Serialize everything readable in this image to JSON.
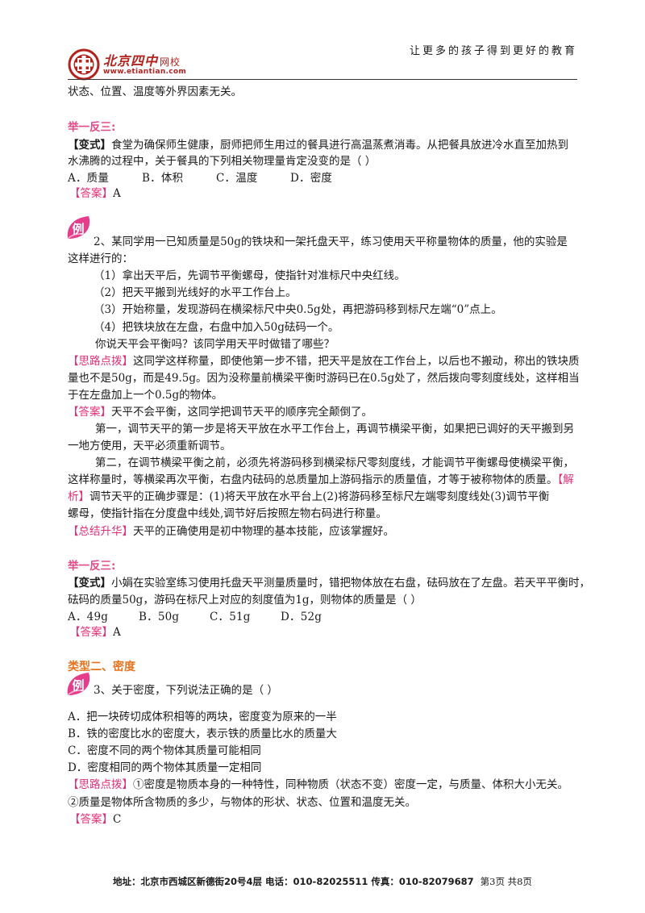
{
  "header": {
    "brand_name": "北京四中",
    "brand_sub": "网校",
    "brand_url": "www.etiantian.com",
    "slogan": "让更多的孩子得到更好的教育"
  },
  "lines": {
    "l_intro": "状态、位置、温度等外界因素无关。",
    "s1": "举一反三:",
    "v1_tag": "【变式】",
    "v1_a": "食堂为确保师生健康，厨师把师生用过的餐具进行高温蒸煮消毒。从把餐具放进冷水直至加热到",
    "v1_b": "水沸腾的过程中，关于餐具的下列相关物理量肯定没变的是（       ）",
    "v1_opts": [
      "A．质量",
      "B．体积",
      "C．温度",
      "D．密度"
    ],
    "a1_tag": "【答案】",
    "a1": "A",
    "badge_char": "例",
    "e2_a": "2、某同学用一已知质量是50g的铁块和一架托盘天平，练习使用天平称量物体的质量，他的实验是",
    "e2_b": "这样进行的：",
    "e2_1": "（1）拿出天平后，先调节平衡螺母，使指针对准标尺中央红线。",
    "e2_2": "（2）把天平搬到光线好的水平工作台上。",
    "e2_3": "（3）开始称量，发现游码在横梁标尺中央0.5g处，再把游码移到标尺左端“0”点上。",
    "e2_4": "（4）把铁块放在左盘，右盘中加入50g砝码一个。",
    "e2_q": "你说天平会平衡吗？该同学用天平时做错了哪些？",
    "h2_tag": "【思路点拨】",
    "h2_a": "这同学这样称量，即使他第一步不错，把天平是放在工作台上，以后也不搬动，称出的铁块质",
    "h2_b": "量也不是50g，而是49.5g。因为没称量前横梁平衡时游码已在0.5g处了，然后拨向零刻度线处，这样相当",
    "h2_c": "于在左盘加上一个0.5g的物体。",
    "a2_tag": "【答案】",
    "a2": "天平不会平衡，这同学把调节天平的顺序完全颠倒了。",
    "p1_a": "第一，调节天平的第一步是将天平放在水平工作台上，再调节横梁平衡，如果把已调好的天平搬到另",
    "p1_b": "一地方使用，天平必须重新调节。",
    "p2_a": "第二，在调节横梁平衡之前，必须先将游码移到横梁标尺零刻度线，才能调节平衡螺母使横梁平衡，",
    "p2_b": "这样称量时，等横梁再次平衡，右盘内砝码的总质量加上游码指示的质量值，才等于被称物体的质量。",
    "jx_tag_a": "【解",
    "jx_tag_b": "析】",
    "jx_a": "调节天平的正确步骤是：(1)将天平放在水平台上(2)将游码移至标尺左端零刻度线处(3)调节平衡",
    "jx_b": "螺母，使指针指在分度盘中线处,调节好后按照左物右码进行称量。",
    "sum_tag": "【总结升华】",
    "sum": "天平的正确使用是初中物理的基本技能，应该掌握好。",
    "s2": "举一反三:",
    "v2_tag": "【变式】",
    "v2_a": "小娟在实验室练习使用托盘天平测量质量时，错把物体放在右盘，砝码放在了左盘。若天平平衡时，",
    "v2_b": "砝码的质量50g，游码在标尺上对应的刻度值为1g，则物体的质量是（       ）",
    "v2_opts": [
      "A．49g",
      "B．50g",
      "C．51g",
      "D．52g"
    ],
    "a3_tag": "【答案】",
    "a3": "A",
    "type2": "类型二、密度",
    "e3": "3、关于密度，下列说法正确的是（       ）",
    "e3_A": "A．把一块砖切成体积相等的两块，密度变为原来的一半",
    "e3_B": "B．铁的密度比水的密度大，表示铁的质量比水的质量大",
    "e3_C": "C．密度不同的两个物体其质量可能相同",
    "e3_D": "D．密度相同的两个物体其质量一定相同",
    "h3_tag": "【思路点拨】",
    "h3_a": "①密度是物质本身的一种特性，同种物质（状态不变）密度一定，与质量、体积大小无关。",
    "h3_b": "②质量是物体所含物质的多少，与物体的形状、状态、位置和温度无关。",
    "a4_tag": "【答案】",
    "a4": "C"
  },
  "footer": {
    "text": "地址：北京市西城区新德街20号4层  电话：010-82025511  传真：010-82079687",
    "page": "第3页  共8页"
  },
  "colors": {
    "brand": "#b3231e",
    "section": "#e04c8a",
    "tag": "#e0307a",
    "type": "#e8731e"
  }
}
